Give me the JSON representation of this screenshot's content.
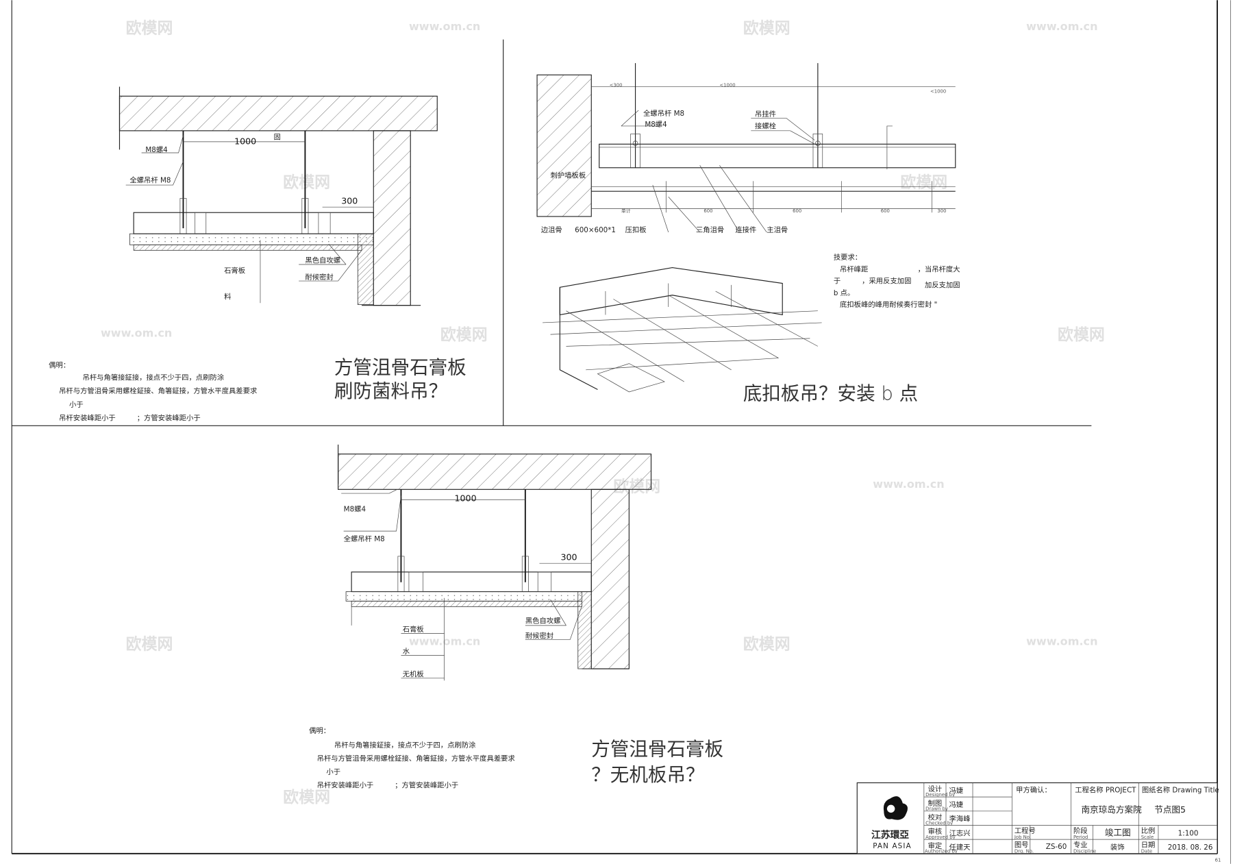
{
  "detail1": {
    "labels": {
      "nut": "M8螺4",
      "rod": "全螺吊杆 M8",
      "dim_span": "1000",
      "fix": "固",
      "dim_edge": "300",
      "screw": "黑色自攻螺",
      "seal": "耐候密封",
      "board": "石膏板",
      "material": "料"
    },
    "title_line1": "方管沮骨石膏板",
    "title_line2": "刷防菌料吊？",
    "notes_title": "偶明：",
    "notes": [
      "吊杆与角箸接鉦接，接点不少于四，点刷防涂",
      "吊杆与方管沮骨采用螺栓鉦接、角箸鉦接，方管水平度具差要求",
      "小于",
      "吊杆安装峰距小于　　　；方管安装峰距小于"
    ]
  },
  "detail2": {
    "dims_top": [
      "<300",
      "<1000",
      "<1000"
    ],
    "dims_bottom": [
      "单计",
      "600",
      "600",
      "600",
      "300"
    ],
    "labels": {
      "rod": "全螺吊杆 M8",
      "nut": "M8螺4",
      "hanger": "吊挂件",
      "bolt": "接螺栓",
      "wall_note": "刺护墙板板",
      "edge": "边沮骨",
      "panel_size": "600×600*1",
      "press_board": "压扣板",
      "tri": "三角沮骨",
      "connector": "连接件",
      "main": "主沮骨"
    },
    "req_title": "技要求：",
    "requirements": [
      "吊杆峰距　　　　　　　，当吊杆度大",
      "于　　　，采用反支加固",
      "加反支加固",
      "b 点。",
      "底扣板峰的峰用耐候奏行密封 \""
    ],
    "title": "底扣板吊？安装 b 点"
  },
  "detail3": {
    "labels": {
      "nut": "M8螺4",
      "rod": "全螺吊杆 M8",
      "dim_span": "1000",
      "dim_edge": "300",
      "screw": "黑色自攻螺",
      "seal": "耐候密封",
      "board": "石膏板",
      "water": "水",
      "inorganic": "无机板"
    },
    "title_line1": "方管沮骨石膏板",
    "title_line2": "？无机板吊？",
    "notes_title": "偶明：",
    "notes": [
      "吊杆与角箸接鉦接，接点不少于四，点刷防涂",
      "吊杆与方管沮骨采用螺栓鉦接、角箸鉦接，方管水平度具差要求",
      "小于",
      "吊杆安装峰距小于　　　；方管安装峰距小于"
    ]
  },
  "title_block": {
    "company_cn": "江苏環亞",
    "company_en": "PAN ASIA",
    "rows": [
      {
        "role": "设计",
        "role_en": "Designed by",
        "name": "冯婕"
      },
      {
        "role": "制图",
        "role_en": "Drawn by",
        "name": "冯婕"
      },
      {
        "role": "校对",
        "role_en": "Checked by",
        "name": "李海峰"
      },
      {
        "role": "审核",
        "role_en": "Approved by",
        "name": "江志兴"
      },
      {
        "role": "审定",
        "role_en": "Authorized by",
        "name": "任建天"
      }
    ],
    "client_confirm": "甲方确认：",
    "project_label": "工程名称 PROJECT",
    "project_name": "南京琼岛方案院",
    "drawing_title_label": "图纸名称 Drawing Title",
    "drawing_title": "节点图5",
    "job_no_label": "工程号",
    "job_no_en": "Job No.",
    "drg_no_label": "图号",
    "drg_no_en": "Drg. No.",
    "drg_no": "ZS-60",
    "period_label": "阶段",
    "period_en": "Period",
    "period": "竣工图",
    "discipline_label": "专业",
    "discipline_en": "Discipline",
    "discipline": "装饰",
    "scale_label": "比例",
    "scale_en": "Scale",
    "scale": "1:100",
    "date_label": "日期",
    "date_en": "Date",
    "date": "2018. 08. 26",
    "sheet": "61"
  },
  "watermarks": [
    "欧模网",
    "www.om.cn"
  ]
}
